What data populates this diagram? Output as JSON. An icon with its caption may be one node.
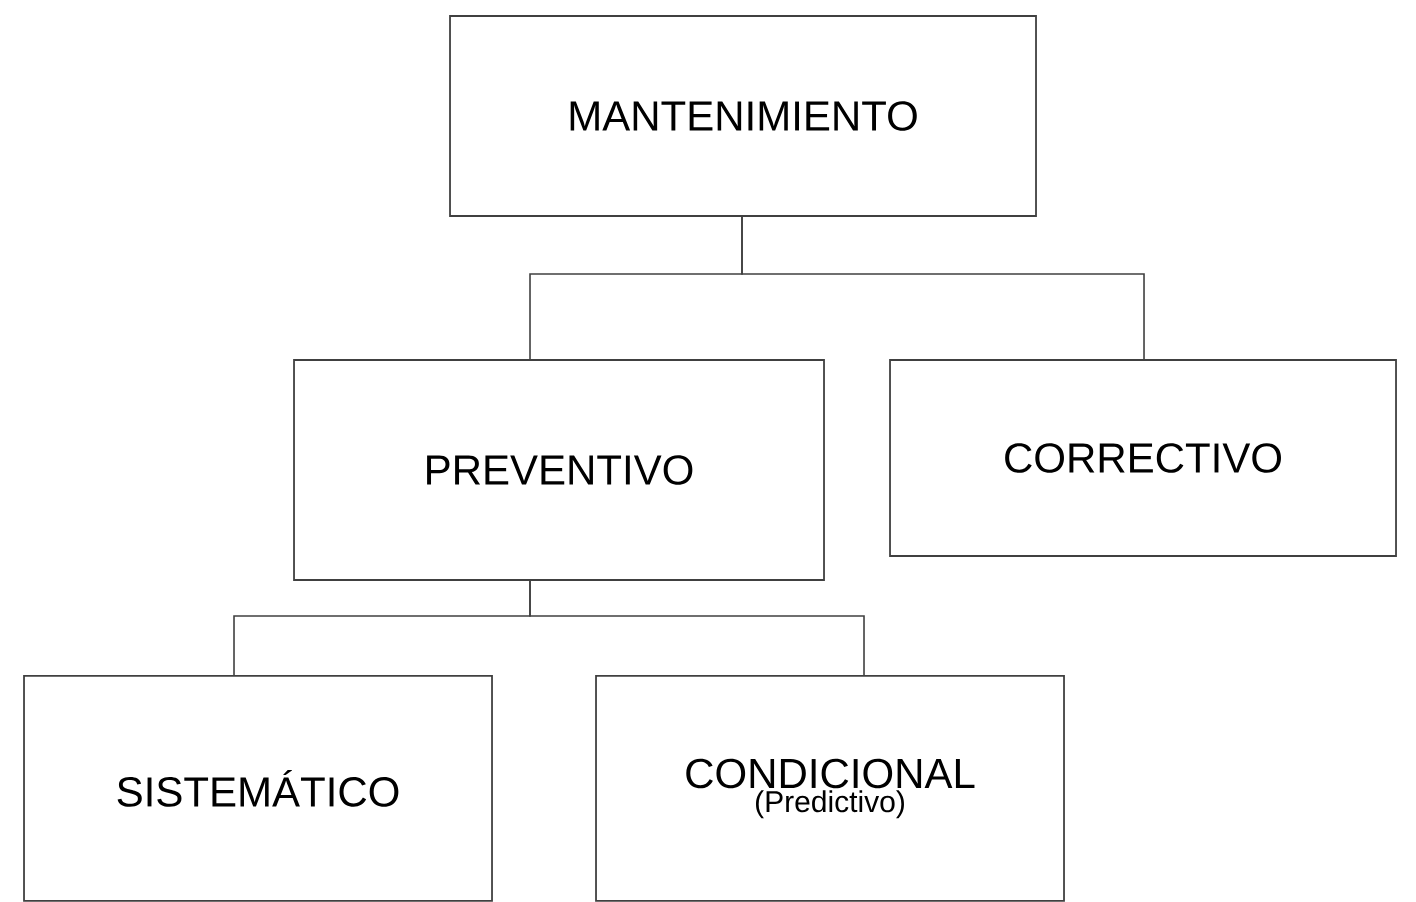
{
  "diagram": {
    "nodes": [
      {
        "text": [
          "MANTENIMIENTO"
        ]
      },
      {
        "text": [
          "PREVENTIVO"
        ]
      },
      {
        "text": [
          "CORRECTIVO"
        ]
      },
      {
        "text": [
          "SISTEMÁTICO"
        ]
      },
      {
        "text": [
          "CONDICIONAL",
          "(Predictivo)"
        ]
      }
    ],
    "edges": [
      {
        "from": 0,
        "to": 1,
        "arrow": "none"
      },
      {
        "from": 0,
        "to": 2,
        "arrow": "none"
      },
      {
        "from": 1,
        "to": 3,
        "arrow": "none"
      },
      {
        "from": 1,
        "to": 4,
        "arrow": "none"
      }
    ]
  }
}
